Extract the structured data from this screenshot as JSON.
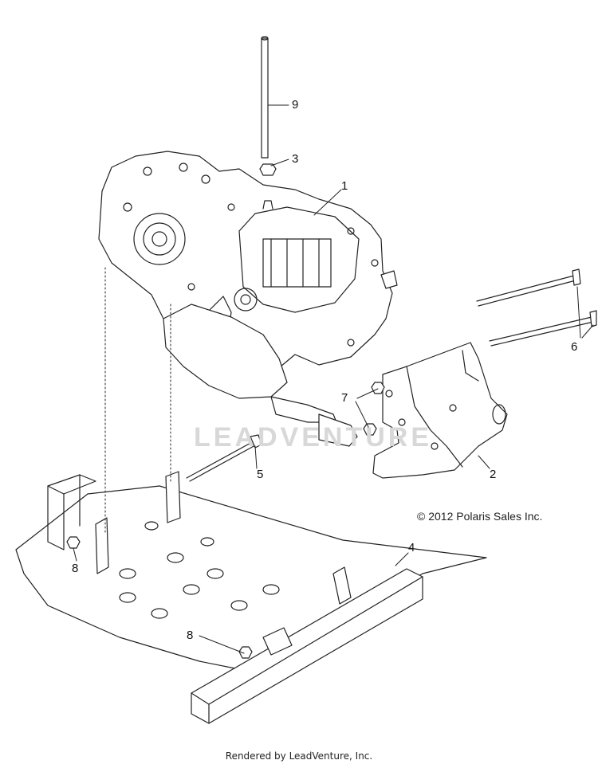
{
  "callouts": {
    "c1": "1",
    "c2": "2",
    "c3": "3",
    "c4": "4",
    "c5": "5",
    "c6": "6",
    "c7": "7",
    "c8a": "8",
    "c8b": "8",
    "c9": "9"
  },
  "copyright": "© 2012 Polaris Sales Inc.",
  "watermark": "LEADVENTURE",
  "footer": "Rendered by LeadVenture, Inc.",
  "colors": {
    "line": "#222222",
    "background": "#ffffff",
    "watermark": "#d8d8d8"
  }
}
